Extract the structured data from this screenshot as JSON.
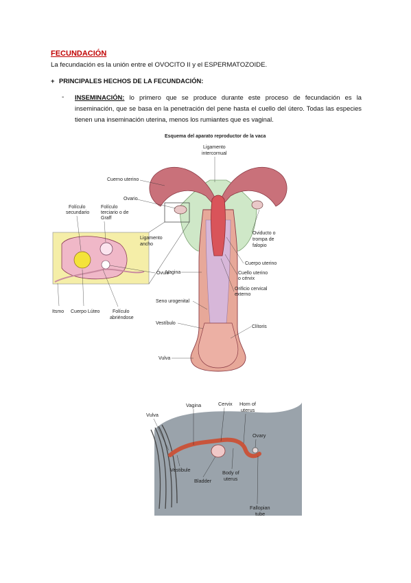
{
  "document": {
    "title": "FECUNDACIÓN",
    "intro": "La fecundación es la unión entre el OVOCITO II y el ESPERMATOZOIDE.",
    "section_bullet": "+",
    "section_heading": "PRINCIPALES HECHOS DE LA FECUNDACIÓN:",
    "item_bullet": "-",
    "item_term": "INSEMINACIÓN:",
    "item_text": " lo primero que se produce durante este proceso de fecundación es la inseminación, que se basa en la penetración del pene hasta el cuello del útero. Todas las especies tienen una inseminación uterina, menos los rumiantes que es vaginal."
  },
  "figure1": {
    "title": "Esquema del aparato reproductor de la vaca",
    "labels": {
      "ligamento_1": "Ligamento",
      "ligamento_2": "intercornual",
      "cuerno_uterino": "Cuerno uterino",
      "ovario": "Ovario",
      "foliculo_secundario_1": "Folículo",
      "foliculo_secundario_2": "secundario",
      "foliculo_terciario_1": "Folículo",
      "foliculo_terciario_2": "terciario o de",
      "foliculo_terciario_3": "Graff",
      "ligamento_ancho_1": "Ligamento",
      "ligamento_ancho_2": "ancho",
      "oviducto_1": "Oviducto o",
      "oviducto_2": "trompa de",
      "oviducto_3": "falopio",
      "cuerpo_uterino": "Cuerpo uterino",
      "ovulo": "Óvulo",
      "vagina": "Vagina",
      "cuello_1": "Cuello uterino",
      "cuello_2": "o cérvix",
      "orificio_1": "Orificio cervical",
      "orificio_2": "externo",
      "seno_urogenital": "Seno urogenital",
      "vestibulo": "Vestíbulo",
      "clitoris": "Clítoris",
      "vulva": "Vulva",
      "itsmo": "Itsmo",
      "cuerpo_luteo": "Cuerpo Lúteo",
      "foliculo_abriendose_1": "Folículo",
      "foliculo_abriendose_2": "abriéndose"
    }
  },
  "figure2": {
    "labels": {
      "vulva": "Vulva",
      "vagina": "Vagina",
      "cervix": "Cervix",
      "horn_1": "Horn of",
      "horn_2": "uterus",
      "ovary": "Ovary",
      "vestibule": "Vestibule",
      "bladder": "Bladder",
      "body_1": "Body of",
      "body_2": "uterus",
      "fallopian_1": "Fallopian",
      "fallopian_2": "tube"
    }
  }
}
